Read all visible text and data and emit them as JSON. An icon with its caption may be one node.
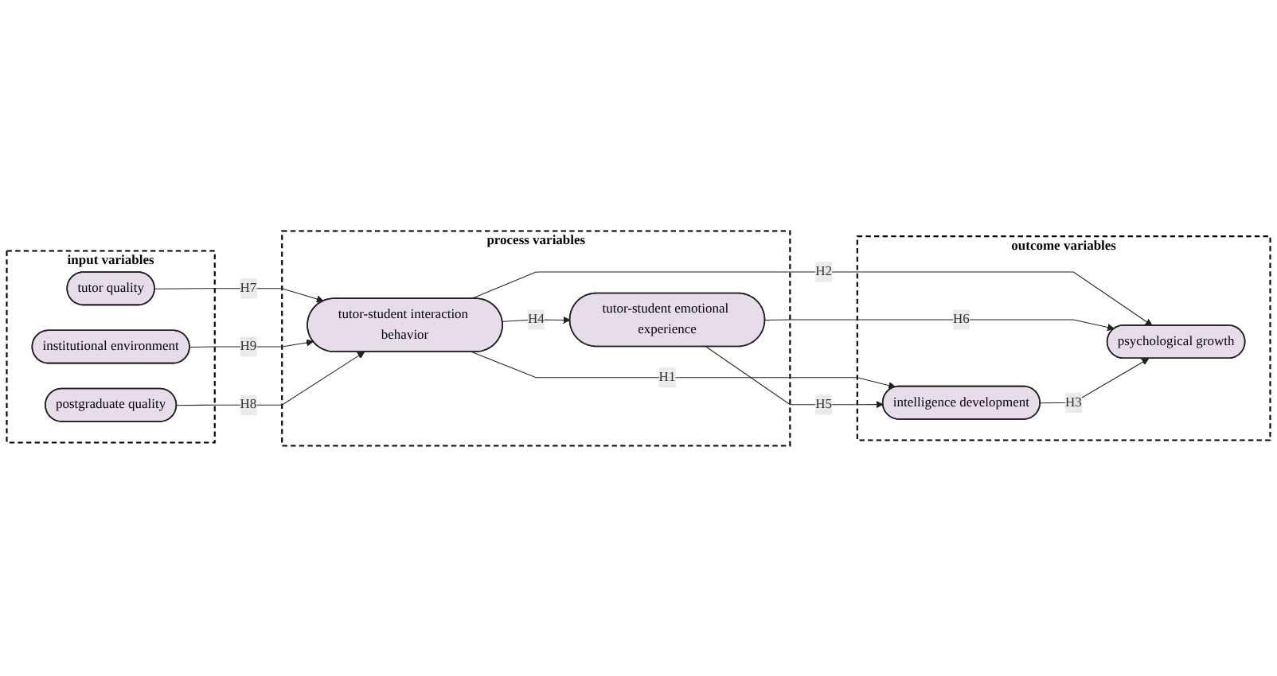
{
  "diagram": {
    "nodes": [
      {
        "text": [
          "input variables"
        ]
      },
      {
        "text": [
          "tutor quality"
        ],
        "in": 0
      },
      {
        "text": [
          "institutional environment"
        ],
        "in": 0
      },
      {
        "text": [
          "postgraduate quality"
        ],
        "in": 0
      },
      {
        "text": [
          "process variables"
        ]
      },
      {
        "text": [
          "tutor-student interaction behavior"
        ],
        "in": 4
      },
      {
        "text": [
          "tutor-student emotional experience"
        ],
        "in": 4
      },
      {
        "text": [
          "outcome variables"
        ]
      },
      {
        "text": [
          "intelligence development"
        ],
        "in": 7
      },
      {
        "text": [
          "psychological growth"
        ],
        "in": 7
      }
    ],
    "edges": [
      {
        "from": 1,
        "to": 5,
        "arrow": "to",
        "label": "H7"
      },
      {
        "from": 2,
        "to": 5,
        "arrow": "to",
        "label": "H9"
      },
      {
        "from": 3,
        "to": 5,
        "arrow": "to",
        "label": "H8"
      },
      {
        "from": 5,
        "to": 6,
        "arrow": "to",
        "label": "H4"
      },
      {
        "from": 5,
        "to": 8,
        "arrow": "to",
        "label": "H1"
      },
      {
        "from": 5,
        "to": 9,
        "arrow": "to",
        "label": "H2"
      },
      {
        "from": 6,
        "to": 8,
        "arrow": "to",
        "label": "H5"
      },
      {
        "from": 6,
        "to": 9,
        "arrow": "to",
        "label": "H6"
      },
      {
        "from": 8,
        "to": 9,
        "arrow": "to",
        "label": "H3"
      }
    ]
  }
}
